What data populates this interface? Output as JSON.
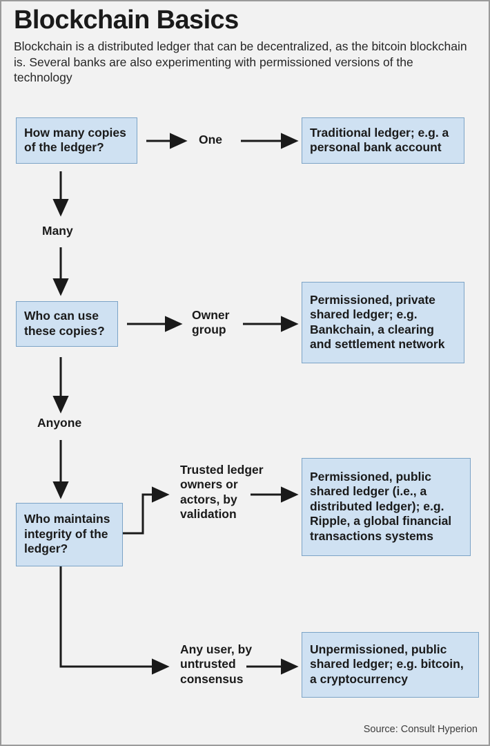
{
  "header": {
    "title": "Blockchain Basics",
    "subtitle": "Blockchain is a distributed ledger that can be decentralized, as the bitcoin blockchain is. Several banks are also experimenting with permissioned versions of the technology"
  },
  "flow": {
    "questions": [
      {
        "id": "q1",
        "text": "How many copies\nof the ledger?"
      },
      {
        "id": "q2",
        "text": "Who can use\nthese copies?"
      },
      {
        "id": "q3",
        "text": "Who maintains\nintegrity of the\nledger?"
      }
    ],
    "branch_labels": [
      {
        "id": "one",
        "text": "One"
      },
      {
        "id": "many",
        "text": "Many"
      },
      {
        "id": "owner-group",
        "text": "Owner\ngroup"
      },
      {
        "id": "anyone",
        "text": "Anyone"
      },
      {
        "id": "trusted",
        "text": "Trusted ledger\nowners or\nactors, by\nvalidation"
      },
      {
        "id": "untrusted",
        "text": "Any user, by\nuntrusted\nconsensus"
      }
    ],
    "outcomes": [
      {
        "id": "o1",
        "text": "Traditional ledger; e.g. a\npersonal bank account"
      },
      {
        "id": "o2",
        "text": "Permissioned, private\nshared ledger; e.g.\nBankchain, a clearing\nand settlement network"
      },
      {
        "id": "o3",
        "text": "Permissioned, public\nshared ledger (i.e., a\ndistributed ledger); e.g.\nRipple, a global financial\ntransactions systems"
      },
      {
        "id": "o4",
        "text": "Unpermissioned, public\nshared ledger; e.g. bitcoin,\na cryptocurrency"
      }
    ]
  },
  "footer": {
    "source": "Source: Consult Hyperion"
  },
  "colors": {
    "page_background": "#f2f2f2",
    "node_fill": "#cfe1f2",
    "node_border": "#7ba3c6",
    "text": "#1a1a1a",
    "arrow": "#1a1a1a",
    "frame": "#9a9a9a"
  }
}
